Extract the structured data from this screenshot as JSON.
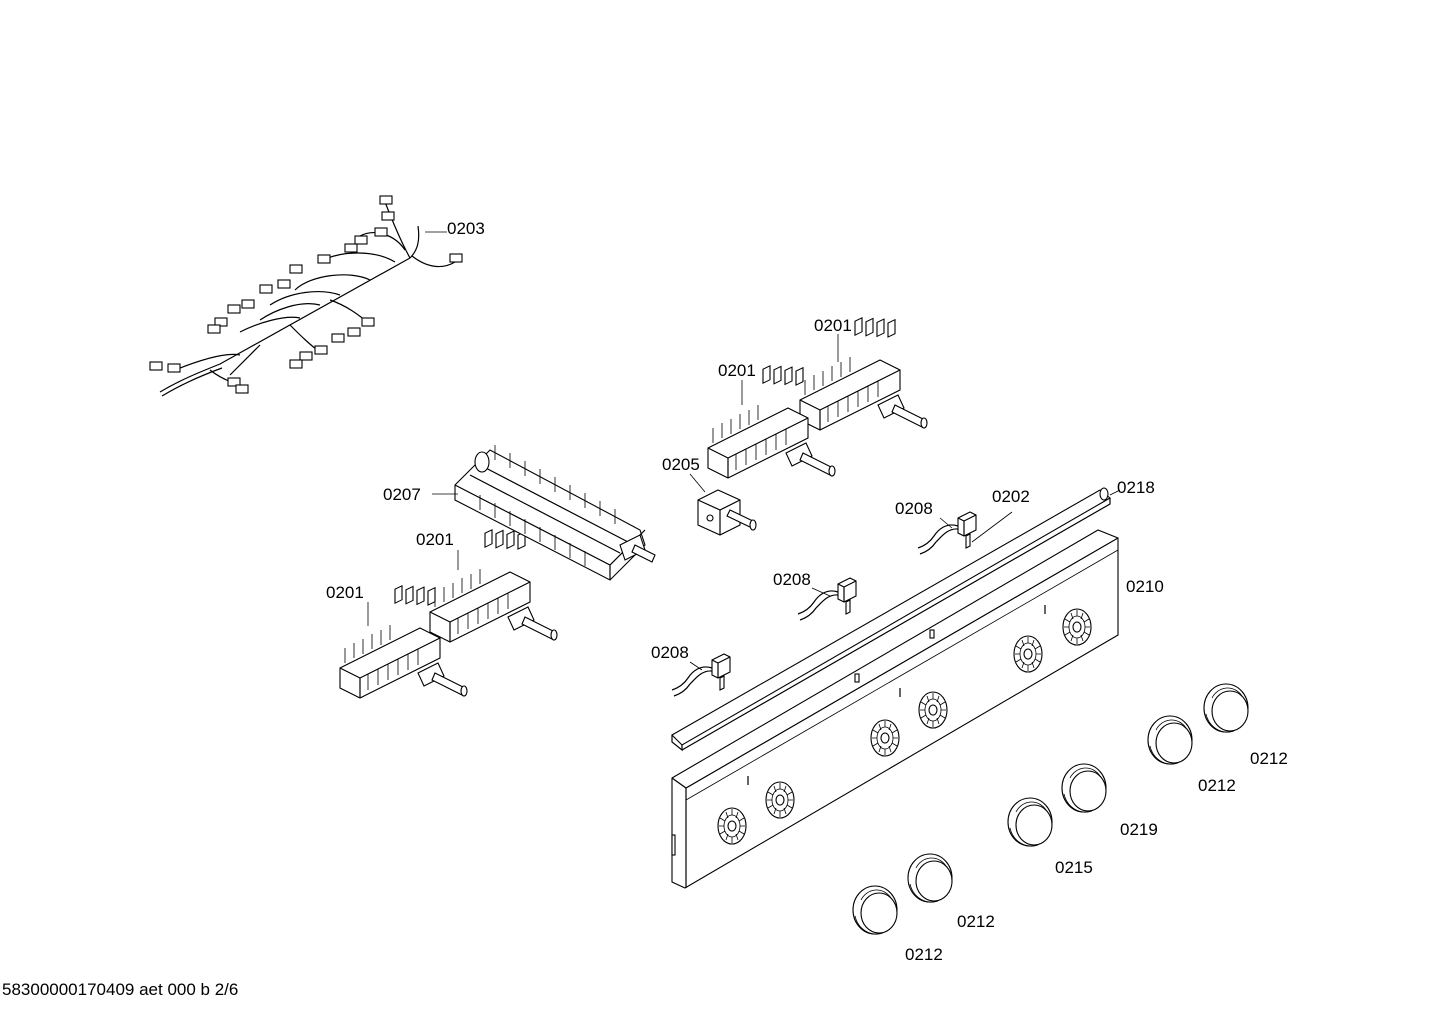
{
  "diagram": {
    "labels": {
      "p0203": "0203",
      "p0201_a": "0201",
      "p0201_b": "0201",
      "p0201_c": "0201",
      "p0201_d": "0201",
      "p0205": "0205",
      "p0207": "0207",
      "p0208_a": "0208",
      "p0208_b": "0208",
      "p0208_c": "0208",
      "p0202": "0202",
      "p0218": "0218",
      "p0210": "0210",
      "p0212_a": "0212",
      "p0212_b": "0212",
      "p0212_c": "0212",
      "p0212_d": "0212",
      "p0219": "0219",
      "p0215": "0215"
    }
  },
  "footer": {
    "text": "58300000170409 aet 000 b 2/6"
  }
}
